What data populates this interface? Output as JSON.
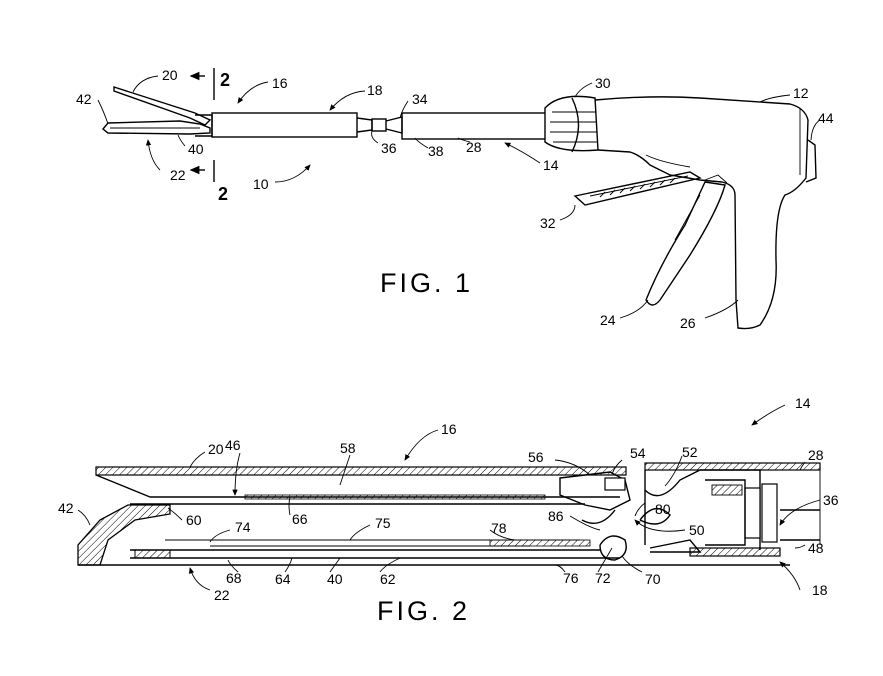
{
  "figures": [
    {
      "title": "FIG. 1"
    },
    {
      "title": "FIG. 2"
    }
  ],
  "fig1_labels": [
    "20",
    "2",
    "16",
    "18",
    "30",
    "12",
    "44",
    "42",
    "34",
    "40",
    "36",
    "38",
    "28",
    "14",
    "22",
    "2",
    "10",
    "32",
    "24",
    "26"
  ],
  "fig2_labels": [
    "14",
    "16",
    "20",
    "46",
    "58",
    "56",
    "54",
    "52",
    "28",
    "42",
    "60",
    "66",
    "86",
    "80",
    "36",
    "74",
    "75",
    "78",
    "50",
    "48",
    "68",
    "64",
    "40",
    "62",
    "76",
    "72",
    "70",
    "22",
    "18"
  ]
}
